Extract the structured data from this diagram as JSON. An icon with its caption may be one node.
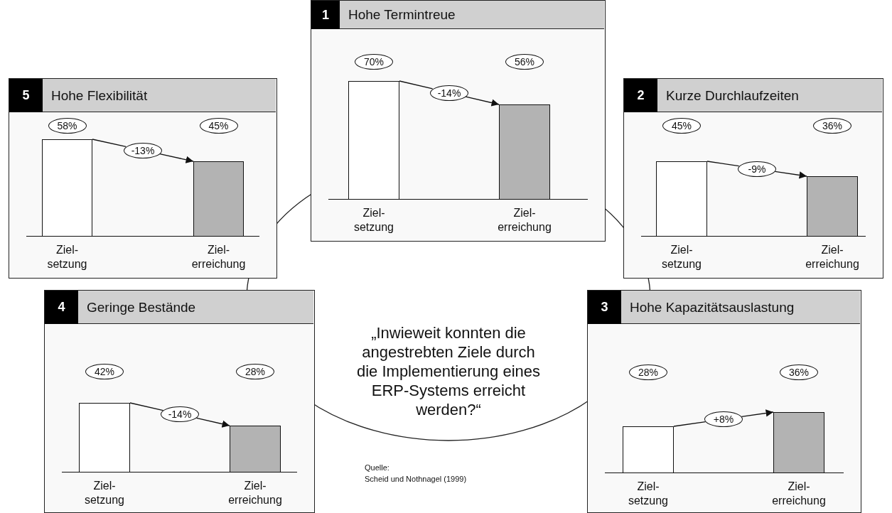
{
  "diagram": {
    "nodes": [
      {
        "text": [
          "1",
          "Hohe Termintreue"
        ]
      },
      {
        "text": [
          "70%"
        ],
        "in": 0
      },
      {
        "text": [
          "56%"
        ],
        "in": 0
      },
      {
        "text": [],
        "shape": "bar",
        "in": 0,
        "beside": [
          "Ziel- setzung"
        ]
      },
      {
        "text": [
          "-14%"
        ],
        "in": 0
      },
      {
        "text": [],
        "shape": "bar",
        "in": 0,
        "beside": [
          "Ziel- erreichung"
        ]
      },
      {
        "text": [
          "5",
          "Hohe Flexibilität"
        ]
      },
      {
        "text": [
          "58%"
        ],
        "in": 6
      },
      {
        "text": [
          "45%"
        ],
        "in": 6
      },
      {
        "text": [],
        "shape": "bar",
        "in": 6,
        "beside": [
          "Ziel- setzung"
        ]
      },
      {
        "text": [
          "-13%"
        ],
        "in": 6
      },
      {
        "text": [],
        "shape": "bar",
        "in": 6,
        "beside": [
          "Ziel- erreichung"
        ]
      },
      {
        "text": [
          "2",
          "Kurze Durchlaufzeiten"
        ]
      },
      {
        "text": [
          "45%"
        ],
        "in": 12
      },
      {
        "text": [
          "36%"
        ],
        "in": 12
      },
      {
        "text": [],
        "shape": "bar",
        "in": 12,
        "beside": [
          "Ziel- setzung"
        ]
      },
      {
        "text": [
          "-9%"
        ],
        "in": 12
      },
      {
        "text": [],
        "shape": "bar",
        "in": 12,
        "beside": [
          "Ziel- erreichung"
        ]
      },
      {
        "text": [
          "„Inwieweit konnten die angestrebten Ziele durch die Implementierung eines ERP-Systems erreicht werden?“"
        ]
      },
      {
        "text": [
          "4",
          "Geringe Bestände"
        ]
      },
      {
        "text": [
          "42%"
        ],
        "in": 19
      },
      {
        "text": [
          "28%"
        ],
        "in": 19
      },
      {
        "text": [],
        "shape": "bar",
        "in": 19,
        "beside": [
          "Ziel- setzung"
        ]
      },
      {
        "text": [
          "-14%"
        ],
        "in": 19
      },
      {
        "text": [],
        "shape": "bar",
        "in": 19,
        "beside": [
          "Ziel- erreichung"
        ]
      },
      {
        "text": [
          "3",
          "Hohe Kapazitätsauslastung"
        ]
      },
      {
        "text": [
          "28%"
        ],
        "in": 25
      },
      {
        "text": [
          "36%"
        ],
        "in": 25
      },
      {
        "text": [],
        "shape": "bar",
        "in": 25,
        "beside": [
          "Ziel- setzung"
        ]
      },
      {
        "text": [
          "+8%"
        ],
        "in": 25
      },
      {
        "text": [],
        "shape": "bar",
        "in": 25,
        "beside": [
          "Ziel- erreichung"
        ]
      }
    ],
    "edges": [
      {
        "from": 3,
        "to": 4,
        "arrow": "none"
      },
      {
        "from": 4,
        "to": 5,
        "arrow": "to"
      },
      {
        "from": 9,
        "to": 10,
        "arrow": "none"
      },
      {
        "from": 10,
        "to": 11,
        "arrow": "to"
      },
      {
        "from": 15,
        "to": 16,
        "arrow": "none"
      },
      {
        "from": 16,
        "to": 17,
        "arrow": "to"
      },
      {
        "from": 22,
        "to": 23,
        "arrow": "none"
      },
      {
        "from": 23,
        "to": 24,
        "arrow": "to"
      },
      {
        "from": 28,
        "to": 29,
        "arrow": "none"
      },
      {
        "from": 29,
        "to": 30,
        "arrow": "to"
      }
    ],
    "labels": [
      "Quelle:",
      "Scheid und Nothnagel (1999)"
    ]
  }
}
